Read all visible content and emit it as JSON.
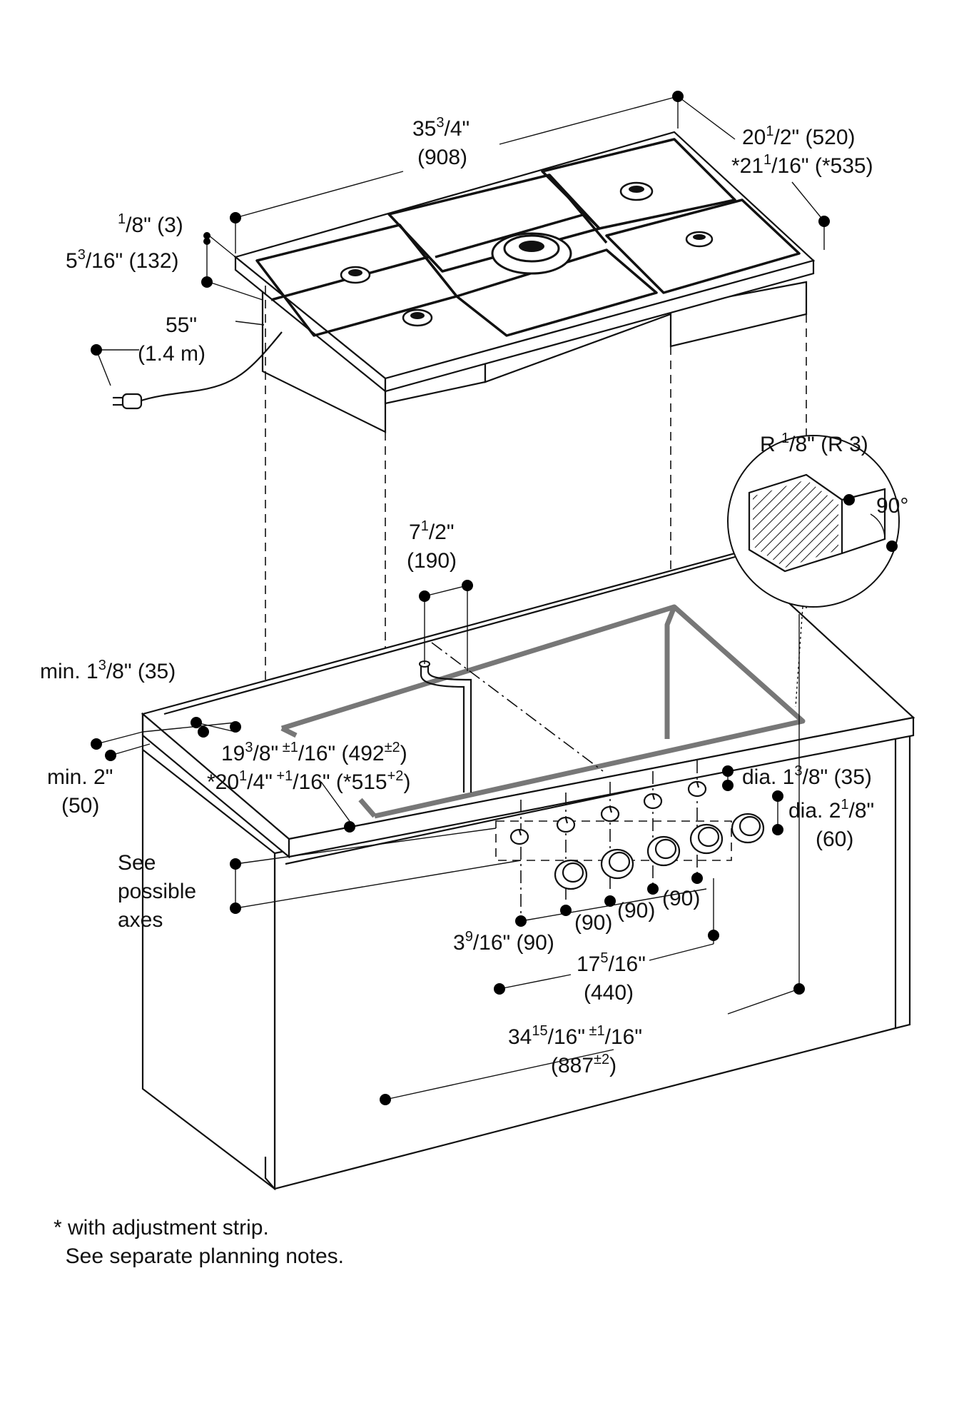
{
  "dimensions": {
    "cooktop_width": {
      "inch": "35",
      "sup": "3",
      "sub": "/4\"",
      "mm": "(908)"
    },
    "cooktop_depth": {
      "line1": {
        "inch": "20",
        "sup": "1",
        "sub": "/2\"",
        "mm": " (520)"
      },
      "line2": {
        "inch": "*21",
        "sup": "1",
        "sub": "/16\"",
        "mm": " (*535)"
      }
    },
    "trim_thickness": {
      "sup": "1",
      "sub": "/8\"",
      "mm": " (3)"
    },
    "total_height": {
      "inch": "5",
      "sup": "3",
      "sub": "/16\"",
      "mm": " (132)"
    },
    "cord_length": {
      "line1": "55\"",
      "line2": "(1.4 m)"
    },
    "corner_radius": {
      "prefix": "R ",
      "sup": "1",
      "sub": "/8\"",
      "mm": " (R 3)"
    },
    "angle": "90°",
    "gas_offset": {
      "inch": "7",
      "sup": "1",
      "sub": "/2\"",
      "mm": "(190)"
    },
    "min_front": {
      "prefix": "min. 1",
      "sup": "3",
      "sub": "/8\"",
      "mm": " (35)"
    },
    "min_back": {
      "line1": "min. 2\"",
      "line2": "(50)"
    },
    "cutout_depth": {
      "line1": {
        "inch": "19",
        "sup": "3",
        "sub": "/8\"",
        "tol": " ±1",
        "tol_sub": "/16\"",
        "mm": " (492",
        "mm_sup": "±2",
        "mm_end": ")"
      },
      "line2": {
        "inch": "*20",
        "sup": "1",
        "sub": "/4\"",
        "tol": " +1",
        "tol_sub": "/16\"",
        "mm": " (*515",
        "mm_sup": "+2",
        "mm_end": ")"
      }
    },
    "knob_small_dia": {
      "prefix": "dia. 1",
      "sup": "3",
      "sub": "/8\"",
      "mm": " (35)"
    },
    "knob_large_dia": {
      "prefix": "dia. 2",
      "sup": "1",
      "sub": "/8\"",
      "mm": "(60)"
    },
    "axes_note": [
      "See",
      "possible",
      "axes"
    ],
    "knob_spacing": {
      "inch": "3",
      "sup": "9",
      "sub": "/16\"",
      "mm": " (90)",
      "repeat": [
        "(90)",
        "(90)",
        "(90)"
      ]
    },
    "knob_span": {
      "inch": "17",
      "sup": "5",
      "sub": "/16\"",
      "mm": "(440)"
    },
    "cutout_width": {
      "inch": "34",
      "sup": "15",
      "sub": "/16\"",
      "tol": " ±1",
      "tol_sub": "/16\"",
      "mm": "(887",
      "mm_sup": "±2",
      "mm_end": ")"
    }
  },
  "footnote": {
    "line1": "* with adjustment strip.",
    "line2": "  See separate planning notes."
  }
}
